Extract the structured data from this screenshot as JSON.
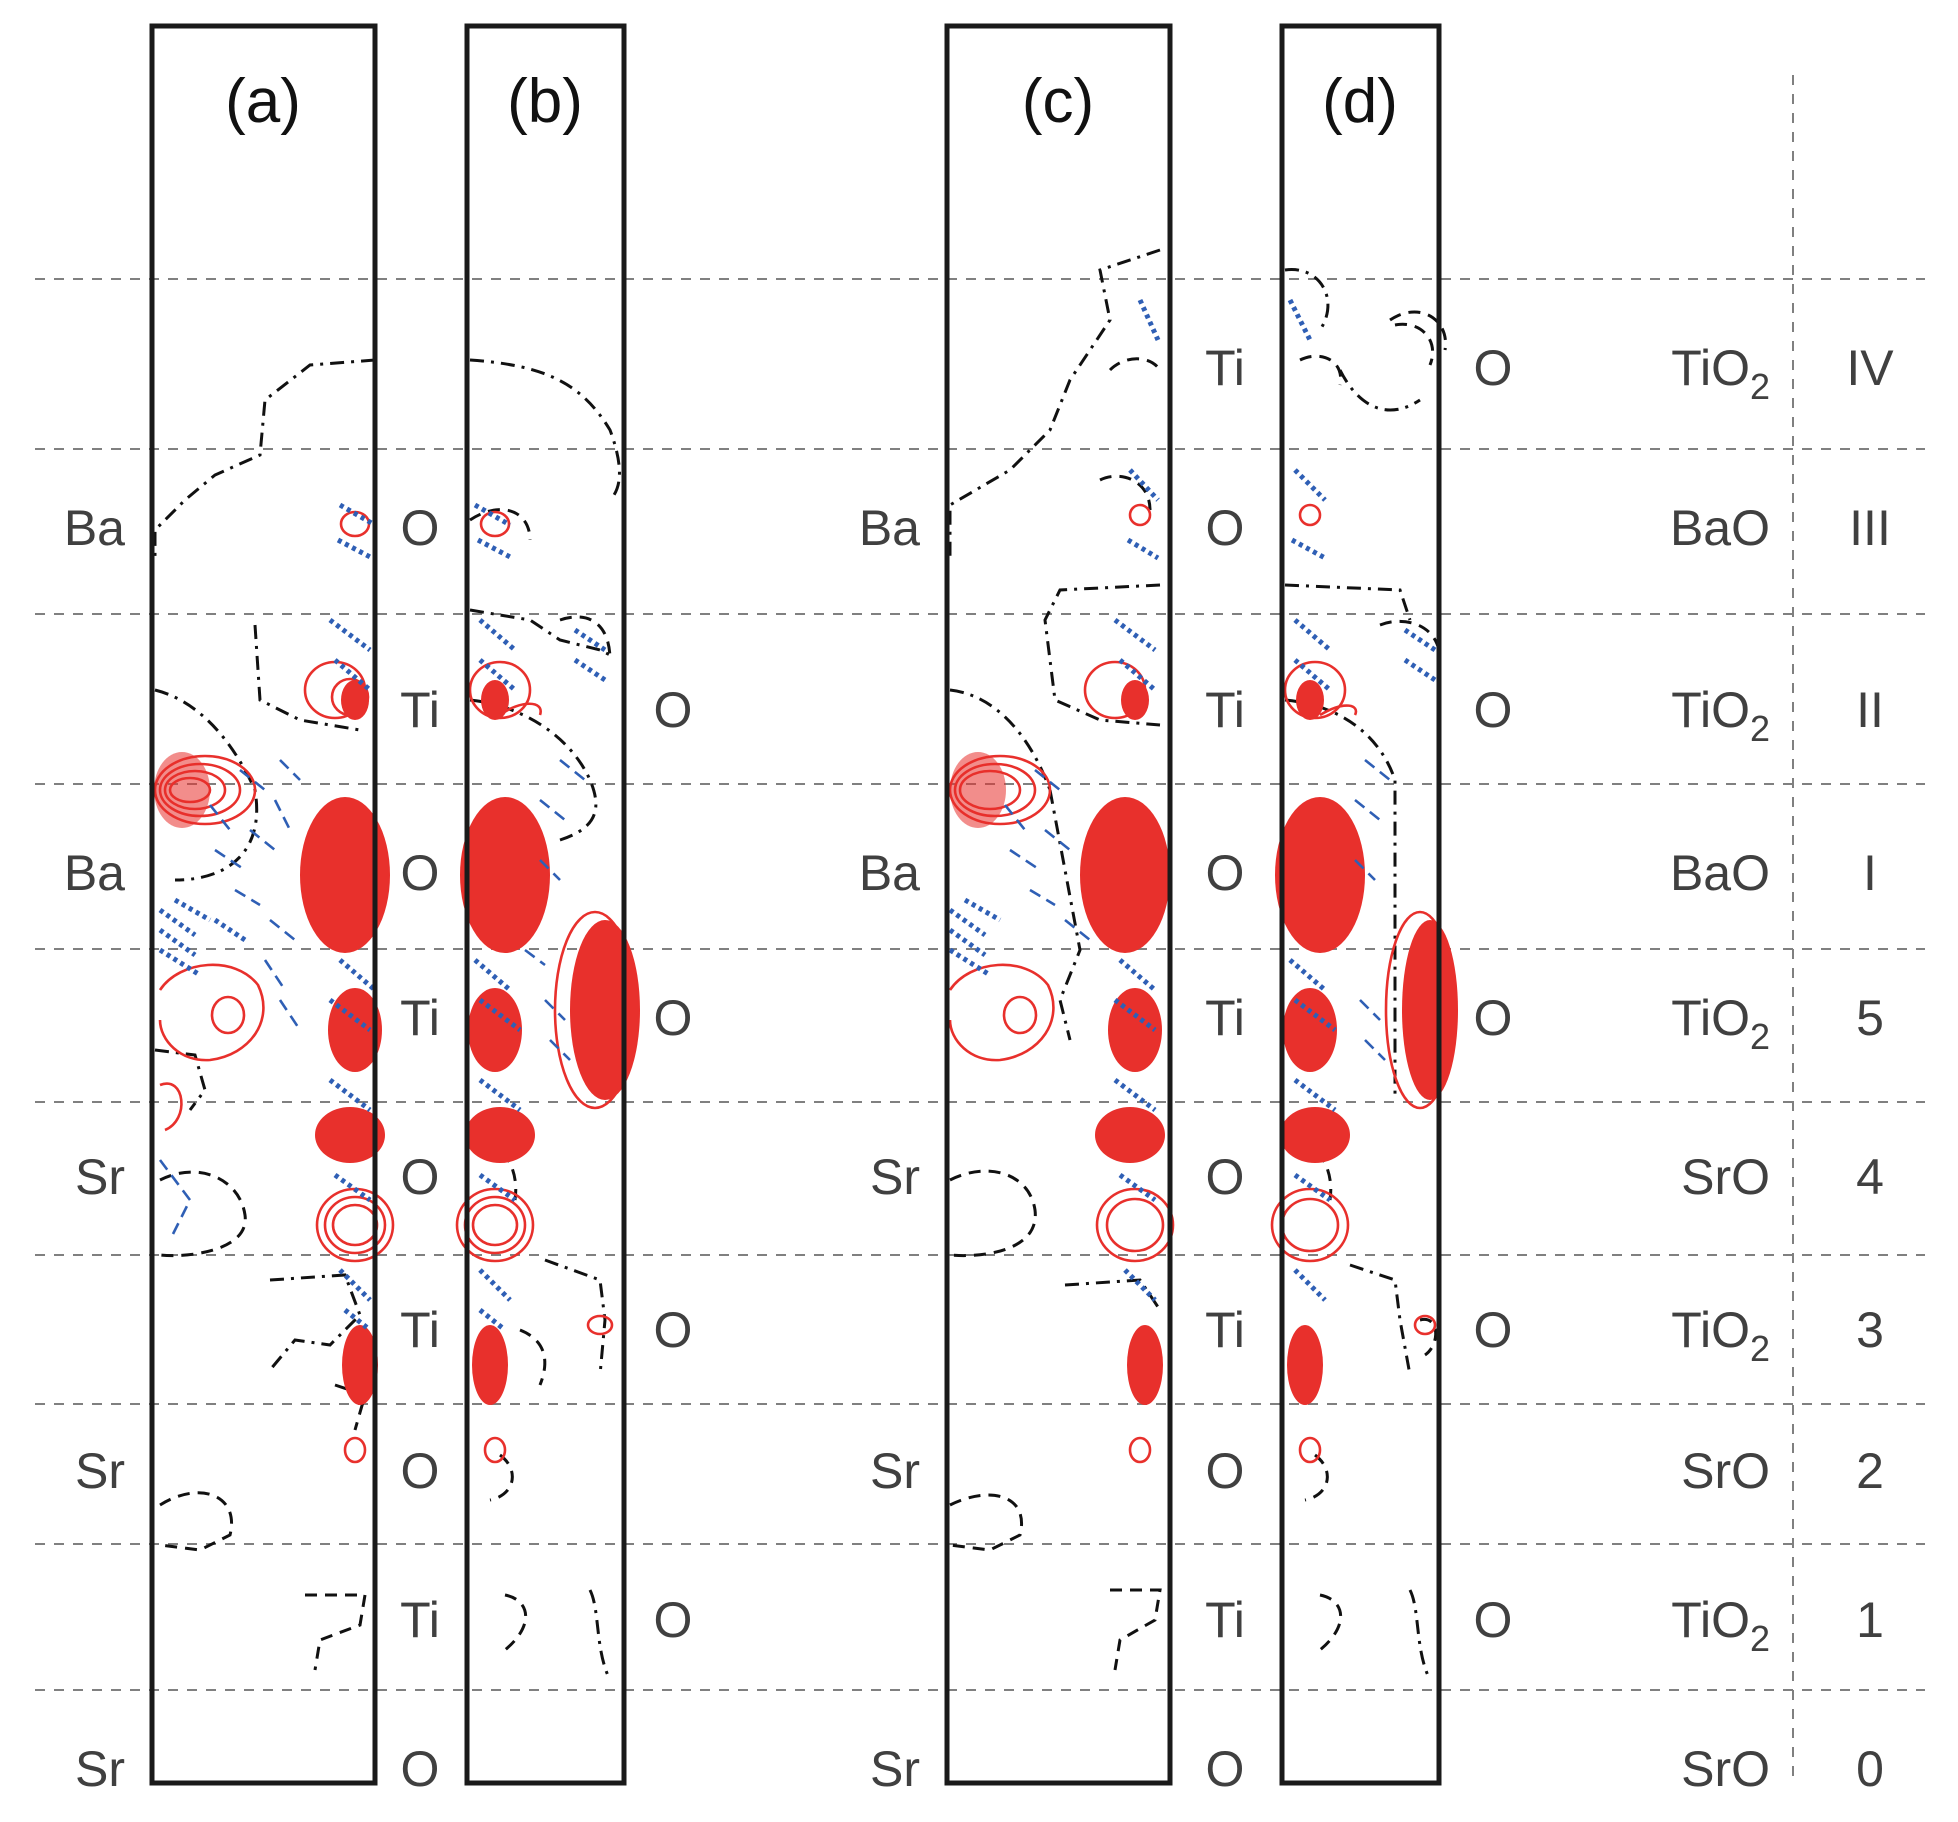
{
  "colors": {
    "positive_contour": "#e8302c",
    "negative_contour": "#2f5fb5",
    "zero_contour": "#111111",
    "frame": "#1a1a1a",
    "label_text": "#404040",
    "guide": "#808080"
  },
  "panels": [
    {
      "label": "(a)"
    },
    {
      "label": "(b)"
    },
    {
      "label": "(c)"
    },
    {
      "label": "(d)"
    }
  ],
  "atoms": {
    "left_a": [
      "Ba",
      "Ba",
      "Sr",
      "Sr",
      "Sr"
    ],
    "between_ab": [
      "O",
      "Ti",
      "O",
      "Ti",
      "O",
      "Ti",
      "O",
      "Ti",
      "O"
    ],
    "right_b": [
      "O",
      "O",
      "O",
      "O"
    ],
    "left_c": [
      "Ba",
      "Ba",
      "Sr",
      "Sr",
      "Sr"
    ],
    "between_cd": [
      "Ti",
      "O",
      "Ti",
      "O",
      "Ti",
      "O",
      "Ti",
      "O",
      "Ti",
      "O"
    ],
    "right_d": [
      "O",
      "O",
      "O",
      "O",
      "O"
    ]
  },
  "layers": [
    {
      "base": "TiO",
      "sub": "2",
      "index": "IV"
    },
    {
      "base": "BaO",
      "sub": "",
      "index": "III"
    },
    {
      "base": "TiO",
      "sub": "2",
      "index": "II"
    },
    {
      "base": "BaO",
      "sub": "",
      "index": "I"
    },
    {
      "base": "TiO",
      "sub": "2",
      "index": "5"
    },
    {
      "base": "SrO",
      "sub": "",
      "index": "4"
    },
    {
      "base": "TiO",
      "sub": "2",
      "index": "3"
    },
    {
      "base": "SrO",
      "sub": "",
      "index": "2"
    },
    {
      "base": "TiO",
      "sub": "2",
      "index": "1"
    },
    {
      "base": "SrO",
      "sub": "",
      "index": "0"
    }
  ]
}
